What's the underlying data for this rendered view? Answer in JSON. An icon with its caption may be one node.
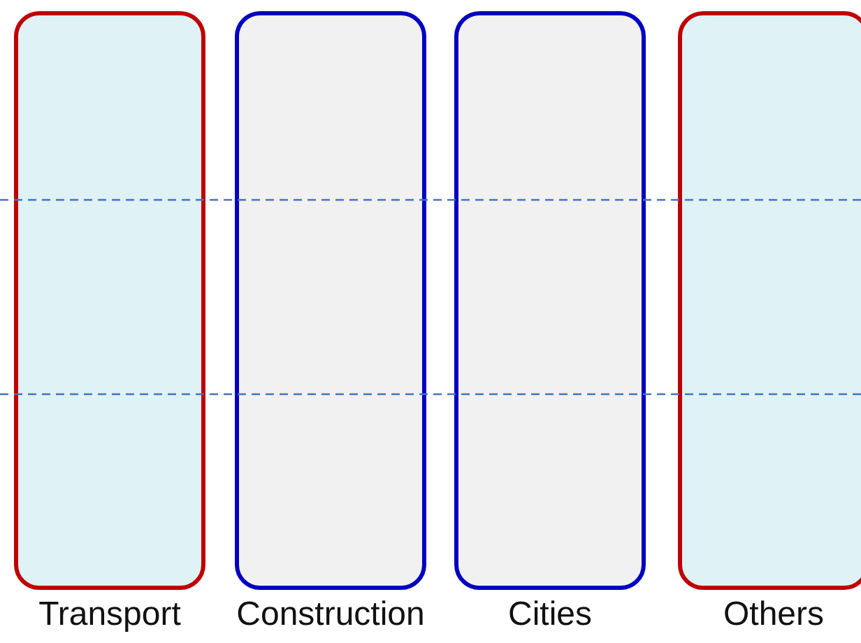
{
  "diagram": {
    "nodes": [
      {
        "text": [
          "Transport"
        ]
      },
      {
        "text": [
          "Construction"
        ]
      },
      {
        "text": [
          "Cities"
        ]
      },
      {
        "text": [
          "Others"
        ]
      }
    ]
  }
}
